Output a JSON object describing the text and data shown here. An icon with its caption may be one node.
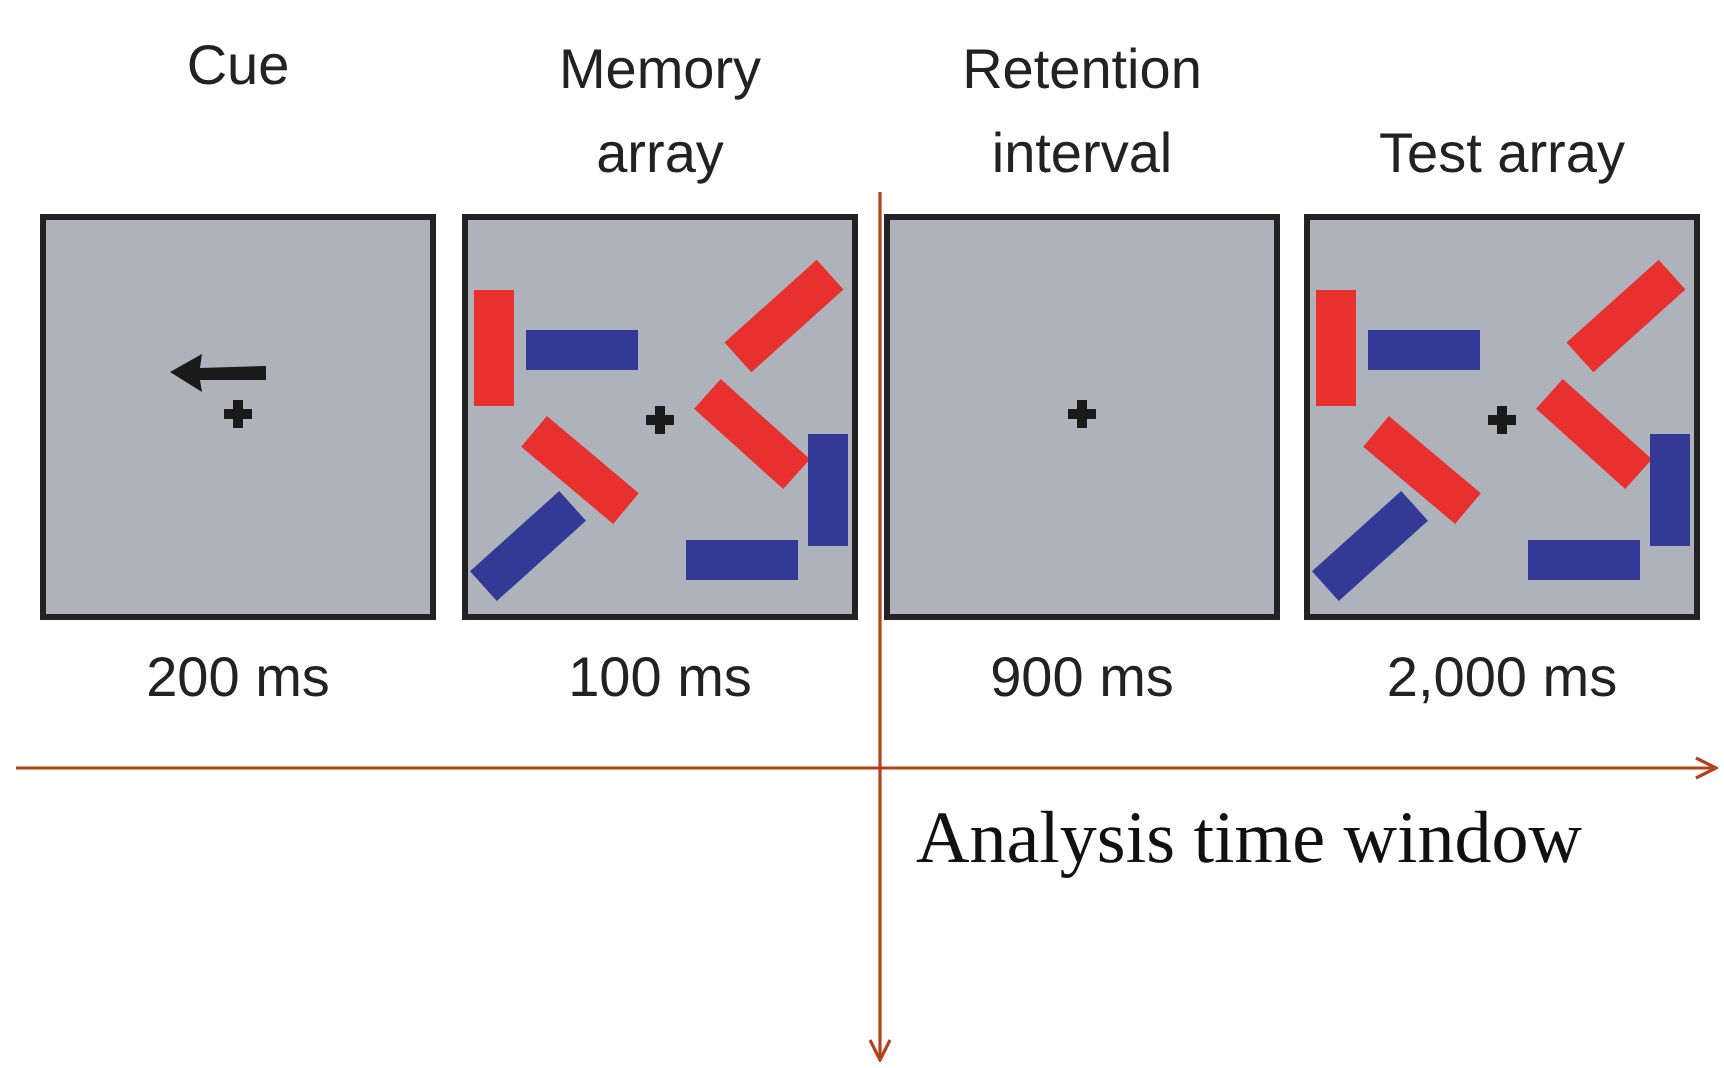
{
  "diagram": {
    "nodes": [
      {
        "text": [
          "Cue"
        ],
        "beside": [
          "200 ms"
        ]
      },
      {
        "text": [
          "Memory array"
        ],
        "beside": [
          "100 ms"
        ]
      },
      {
        "text": [
          "Retention interval"
        ],
        "beside": [
          "900 ms"
        ]
      },
      {
        "text": [
          "Test array"
        ],
        "beside": [
          "2,000 ms"
        ]
      }
    ],
    "labels": [
      "Analysis time window"
    ]
  }
}
